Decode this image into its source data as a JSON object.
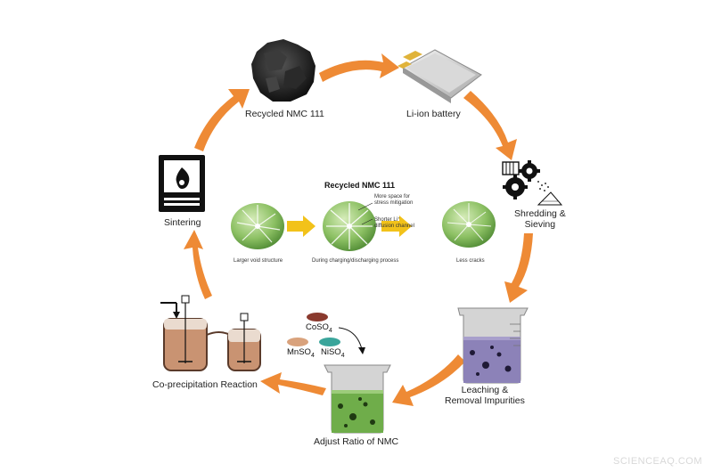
{
  "stages": {
    "recycled": "Recycled NMC 111",
    "battery": "Li-ion battery",
    "shredding": "Shredding &\nSieving",
    "leaching": "Leaching &\nRemoval Impurities",
    "adjust": "Adjust Ratio of NMC",
    "coprecip": "Co-precipitation Reaction",
    "sintering": "Sintering"
  },
  "center": {
    "title": "Recycled NMC 111",
    "left_caption": "Larger void structure",
    "middle_caption": "During charging/discharging process",
    "right_caption": "Less cracks",
    "note1": "More space for\nstress mitigation",
    "note2": "Shorter Li⁺\ndiffusion channel"
  },
  "chemicals": {
    "coso4": "CoSO",
    "mnso4": "MnSO",
    "niso4": "NiSO",
    "subscript": "4"
  },
  "watermark": "SCIENCEAQ.COM",
  "colors": {
    "arrow": "#ee8a35",
    "yellow_arrow": "#f2c21a",
    "sphere": "#8cc063",
    "purple_liquid": "#8c82b8",
    "green_liquid": "#6fad4a",
    "reactor_liquid": "#c99372",
    "cobalt": "#8a3a2e",
    "manganese": "#d9a27c",
    "nickel": "#3aa59b"
  }
}
